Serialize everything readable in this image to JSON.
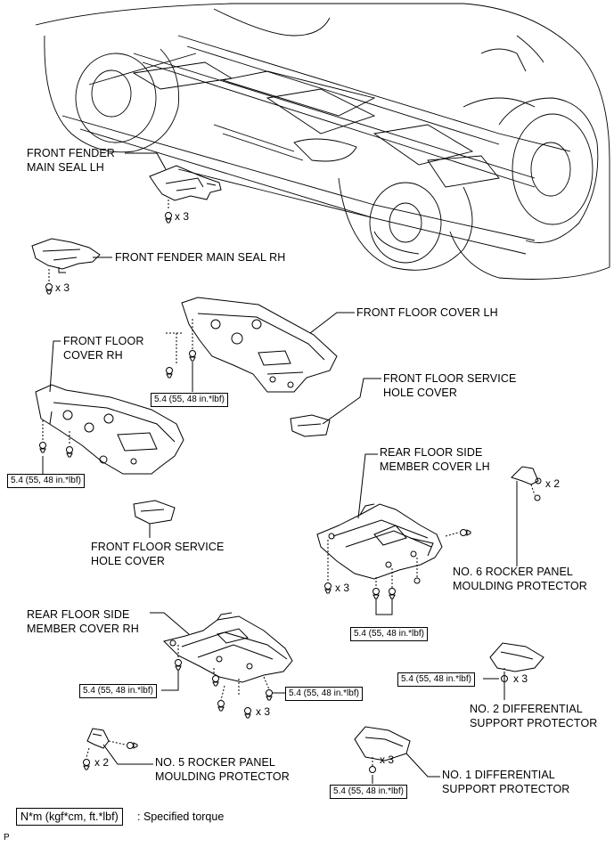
{
  "labels": {
    "front_fender_lh": [
      "FRONT FENDER",
      "MAIN SEAL LH"
    ],
    "front_fender_rh": "FRONT FENDER MAIN SEAL RH",
    "front_floor_lh": "FRONT FLOOR COVER LH",
    "front_floor_rh": [
      "FRONT FLOOR",
      "COVER RH"
    ],
    "service_hole_right": [
      "FRONT FLOOR SERVICE",
      "HOLE COVER"
    ],
    "service_hole_left": [
      "FRONT FLOOR SERVICE",
      "HOLE COVER"
    ],
    "rear_side_lh": [
      "REAR FLOOR SIDE",
      "MEMBER COVER LH"
    ],
    "rocker_6": [
      "NO. 6 ROCKER PANEL",
      "MOULDING PROTECTOR"
    ],
    "rear_side_rh": [
      "REAR FLOOR SIDE",
      "MEMBER COVER RH"
    ],
    "diff_2": [
      "NO. 2 DIFFERENTIAL",
      "SUPPORT PROTECTOR"
    ],
    "rocker_5": [
      "NO. 5 ROCKER PANEL",
      "MOULDING PROTECTOR"
    ],
    "diff_1": [
      "NO. 1 DIFFERENTIAL",
      "SUPPORT PROTECTOR"
    ]
  },
  "torque": "5.4 (55, 48 in.*lbf)",
  "quantities": {
    "x3": "x 3",
    "x2": "x 2"
  },
  "legend": {
    "unit": "N*m (kgf*cm, ft.*lbf)",
    "text": ": Specified torque"
  },
  "figure_code": "P"
}
